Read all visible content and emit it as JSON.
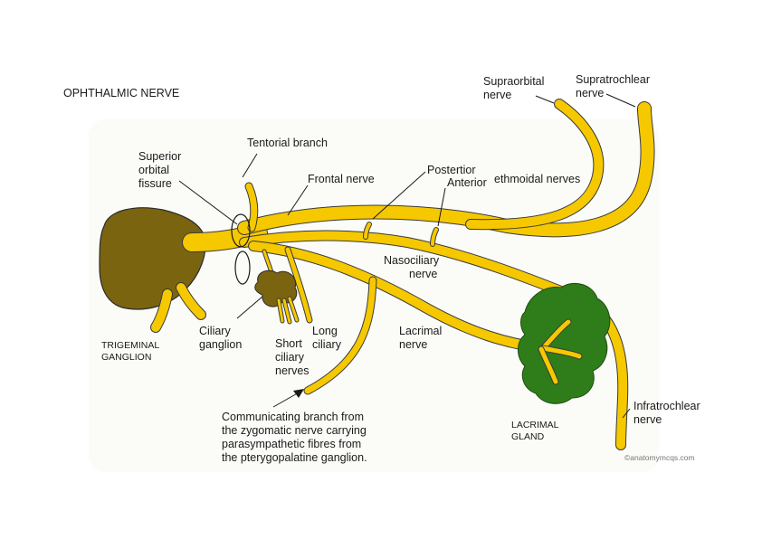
{
  "title": "OPHTHALMIC NERVE",
  "colors": {
    "nerve": "#f5c800",
    "nerve_outline": "#3a3a3a",
    "trigeminal_ganglion": "#7a6410",
    "ciliary_ganglion": "#7a6410",
    "lacrimal_gland": "#2e7d1a",
    "background_panel": "#fbfbf8"
  },
  "labels": {
    "supraorbital": [
      "Supraorbital",
      "nerve"
    ],
    "supratrochlear": [
      "Supratrochlear",
      "nerve"
    ],
    "tentorial": [
      "Tentorial branch"
    ],
    "superior_orbital_fissure": [
      "Superior",
      "orbital",
      "fissure"
    ],
    "frontal": [
      "Frontal nerve"
    ],
    "posterior": [
      "Postertior"
    ],
    "anterior": [
      "Anterior"
    ],
    "ethmoidal": [
      "ethmoidal nerves"
    ],
    "nasociliary": [
      "Nasociliary",
      "nerve"
    ],
    "trigeminal_ganglion": [
      "TRIGEMINAL",
      "GANGLION"
    ],
    "ciliary_ganglion": [
      "Ciliary",
      "ganglion"
    ],
    "short_ciliary": [
      "Short",
      "ciliary",
      "nerves"
    ],
    "long_ciliary": [
      "Long",
      "ciliary"
    ],
    "lacrimal_nerve": [
      "Lacrimal",
      "nerve"
    ],
    "lacrimal_gland": [
      "LACRIMAL",
      "GLAND"
    ],
    "infratrochlear": [
      "Infratrochlear",
      "nerve"
    ],
    "communicating": [
      "Communicating branch from",
      "the zygomatic nerve carrying",
      "parasympathetic fibres from",
      "the pterygopalatine ganglion."
    ]
  },
  "credit": "©anatomymcqs.com"
}
